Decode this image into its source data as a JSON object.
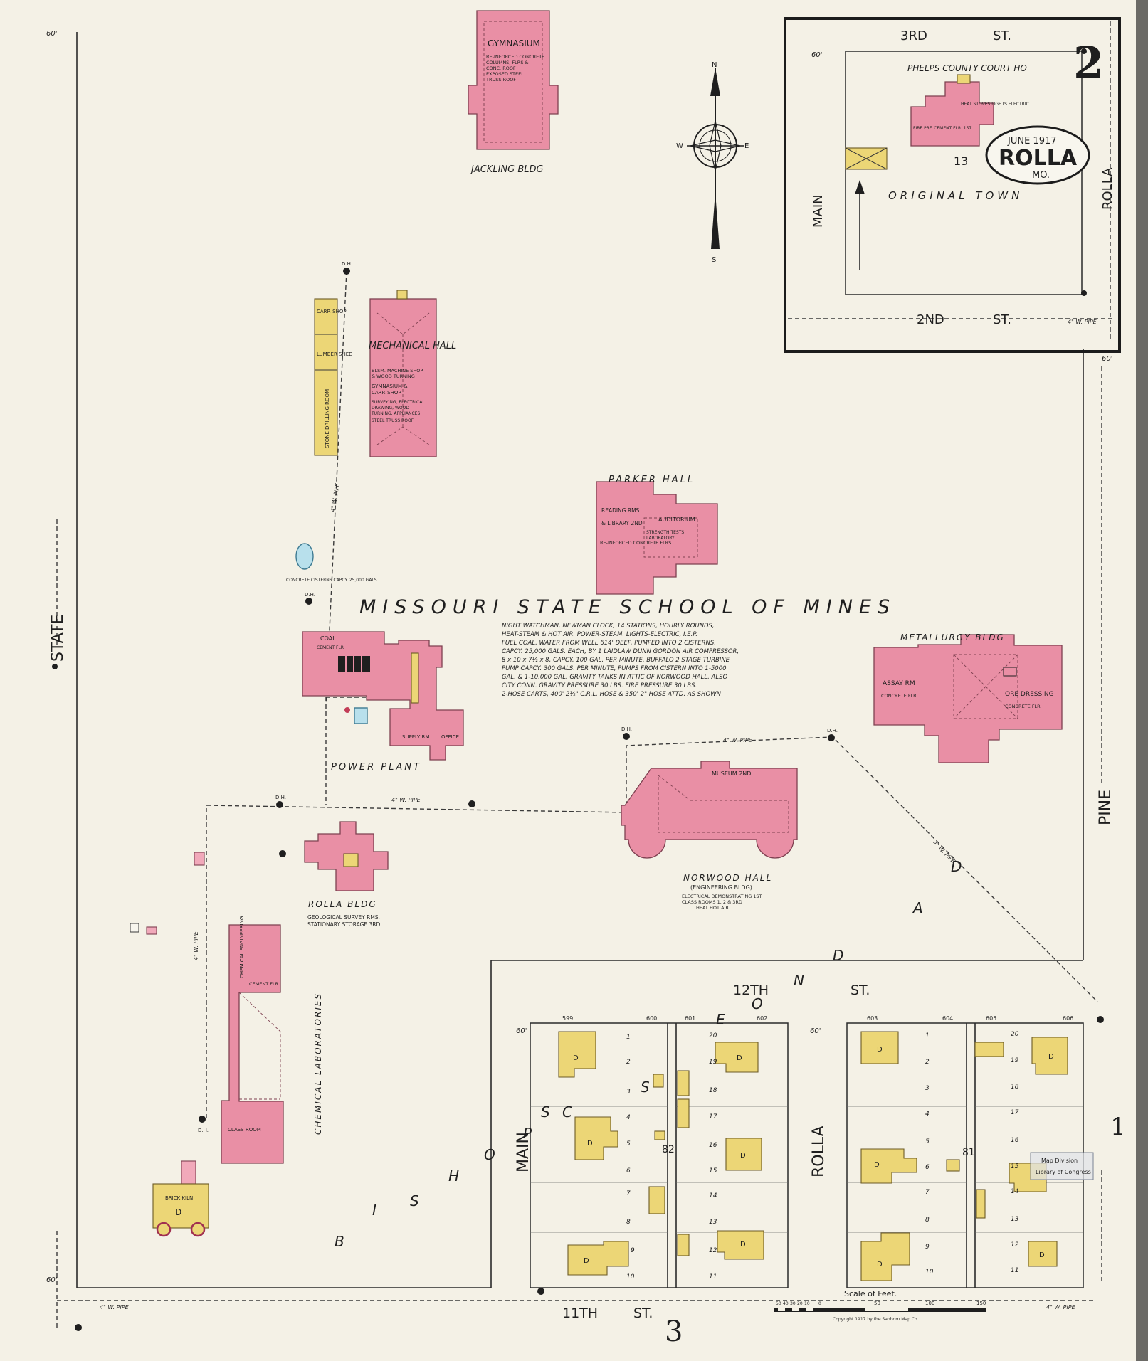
{
  "sheet_number": "2",
  "sheet_number_bottom": "3",
  "cartouche": {
    "date": "JUNE 1917",
    "city": "ROLLA",
    "state": "MO."
  },
  "compass": {
    "n": "N",
    "s": "S",
    "e": "E",
    "w": "W"
  },
  "streets": {
    "state": "STATE",
    "pine": "PINE",
    "main": "MAIN",
    "rolla": "ROLLA",
    "twelfth": "12TH",
    "eleventh": "11TH",
    "st1": "ST.",
    "st2": "ST.",
    "inset_third": "3RD",
    "inset_st1": "ST.",
    "inset_second": "2ND",
    "inset_st2": "ST.",
    "inset_main": "MAIN",
    "inset_rolla": "ROLLA"
  },
  "inset": {
    "court_house": "PHELPS COUNTY COURT HO",
    "block": "13",
    "original_town": "ORIGINAL TOWN",
    "court_notes": "HEAT STOVES LIGHTS ELECTRIC",
    "court_fire": "FIRE PRF. CEMENT FLR. 1ST"
  },
  "campus": {
    "title": "MISSOURI STATE SCHOOL OF MINES",
    "notes": [
      "NIGHT WATCHMAN, NEWMAN CLOCK, 14 STATIONS, HOURLY ROUNDS,",
      "HEAT-STEAM & HOT AIR. POWER-STEAM. LIGHTS-ELECTRIC, I.E.P.",
      "FUEL COAL. WATER FROM WELL 614' DEEP, PUMPED INTO 2 CISTERNS,",
      "CAPCY. 25,000 GALS. EACH, BY 1 LAIDLAW DUNN GORDON AIR COMPRESSOR,",
      "8 x 10 x 7½ x 8, CAPCY. 100 GAL. PER MINUTE. BUFFALO 2 STAGE TURBINE",
      "PUMP CAPCY. 300 GALS. PER MINUTE, PUMPS FROM CISTERN INTO 1-5000",
      "GAL. & 1-10,000 GAL. GRAVITY TANKS IN ATTIC OF NORWOOD HALL. ALSO",
      "CITY CONN. GRAVITY PRESSURE 30 LBS. FIRE PRESSURE 30 LBS.",
      "2-HOSE CARTS, 400' 2½\" C.R.L. HOSE & 350' 2\" HOSE ATTD. AS SHOWN"
    ]
  },
  "buildings": {
    "gymnasium": "GYMNASIUM",
    "gym_notes": [
      "RE-INFORCED CONCRETE",
      "COLUMNS, FLRS &",
      "CONC. ROOF",
      "EXPOSED STEEL",
      "TRUSS ROOF"
    ],
    "jackling": "JACKLING BLDG",
    "mechanical": "MECHANICAL HALL",
    "mech_notes": [
      "BLSM. MACHINE SHOP",
      "& WOOD TURNING",
      "GYMNASIUM &",
      "CARP. SHOP",
      "SURVEYING, ELECTRICAL",
      "DRAWING, WOOD",
      "TURNING, APPLIANCES",
      "STEEL TRUSS ROOF"
    ],
    "carp_shop": "CARP. SHOP",
    "lumber_shed": "LUMBER SHED",
    "stone_drilling": "STONE DRILLING ROOM",
    "parker": "PARKER HALL",
    "parker_notes": [
      "READING RMS",
      "& LIBRARY 2ND",
      "AUDITORIUM",
      "STRENGTH TESTS",
      "LABORATORY",
      "RE-INFORCED CONCRETE FLRS"
    ],
    "cistern": "CONCRETE CISTERNS CAPCY. 25,000 GALS",
    "coal": "COAL",
    "coal_note": "CEMENT FLR",
    "power_plant": "POWER PLANT",
    "supply": "SUPPLY RM",
    "office": "OFFICE",
    "metallurgy": "METALLURGY BLDG",
    "met_notes": [
      "ASSAY RM",
      "CONCRETE FLR",
      "ORE DRESSING",
      "CONCRETE FLR"
    ],
    "norwood": "NORWOOD HALL",
    "norwood_sub": "(ENGINEERING BLDG)",
    "norwood_notes": [
      "ELECTRICAL DEMONSTRATING 1ST",
      "CLASS ROOMS 1, 2 & 3RD",
      "HEAT HOT AIR"
    ],
    "museum": "MUSEUM 2ND",
    "rolla_bldg": "ROLLA BLDG",
    "rolla_notes": [
      "GEOLOGICAL SURVEY RMS.",
      "STATIONARY STORAGE 3RD"
    ],
    "chemical": "CHEMICAL LABORATORIES",
    "chem_notes": [
      "CHEMICAL ENGINEERING",
      "CEMENT FLR",
      "CLASS ROOM"
    ],
    "brick_kiln": "BRICK KILN"
  },
  "addition_letters": [
    "A",
    "D",
    "D",
    "O",
    "N",
    "S",
    "E",
    "C"
  ],
  "bishop_letters": [
    "B",
    "I",
    "S",
    "H",
    "O",
    "P",
    "S"
  ],
  "block_numbers": {
    "left": "82",
    "right": "81",
    "bottom_right": "1"
  },
  "house_numbers_top": [
    "599",
    "600",
    "601",
    "602",
    "603",
    "604",
    "605",
    "606"
  ],
  "lot_numbers_left": [
    "1",
    "2",
    "3",
    "4",
    "5",
    "6",
    "7",
    "8",
    "9",
    "10"
  ],
  "lot_numbers_right": [
    "20",
    "19",
    "18",
    "17",
    "16",
    "15",
    "14",
    "13",
    "12",
    "11"
  ],
  "dwelling_label": "D",
  "water_pipe": "4\" W. PIPE",
  "hydrant": "D.H.",
  "dim_60": "60'",
  "scale": {
    "label": "Scale of Feet.",
    "ticks": [
      "50",
      "40",
      "30",
      "20",
      "10",
      "0",
      "50",
      "100",
      "150"
    ]
  },
  "copyright": "Copyright 1917 by the Sanborn Map Co.",
  "stamp": {
    "line1": "Map Division",
    "line2": "Library of Congress"
  }
}
